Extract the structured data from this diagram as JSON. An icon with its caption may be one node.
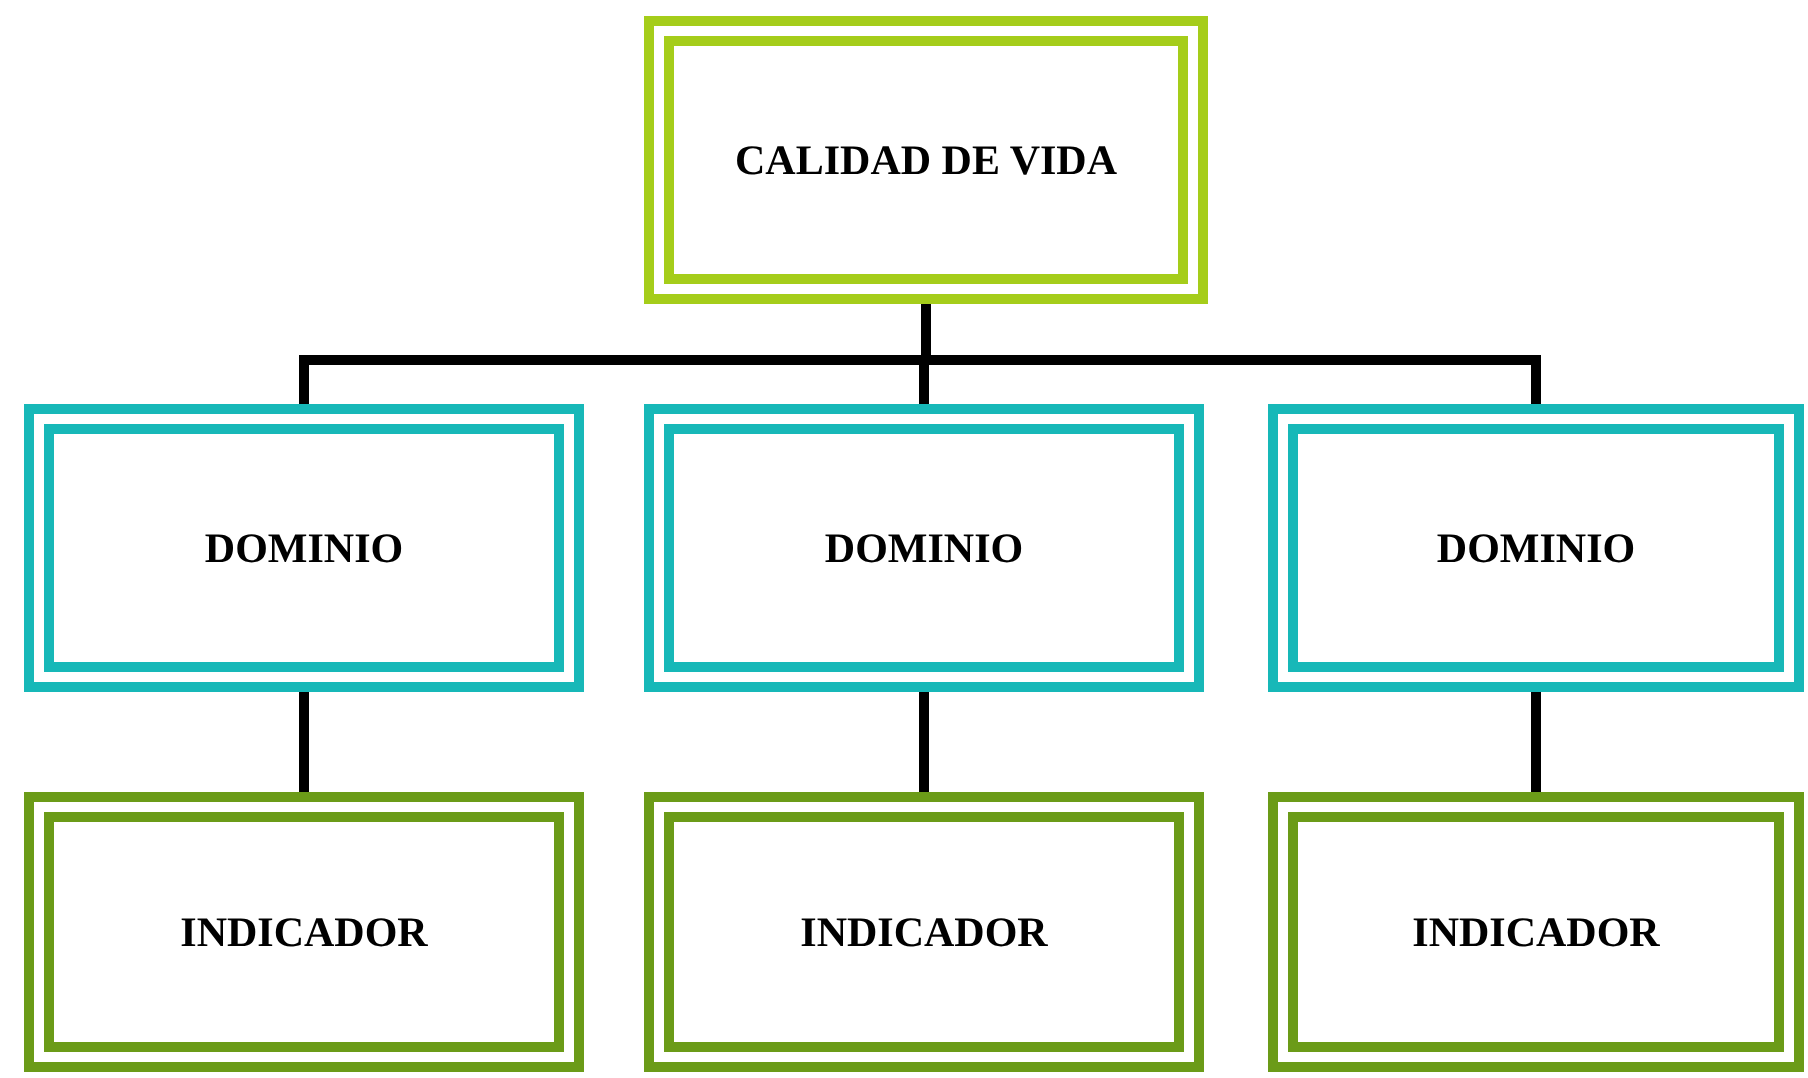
{
  "diagram": {
    "nodes": [
      {
        "text": [
          "CALIDAD DE VIDA"
        ]
      },
      {
        "text": [
          "DOMINIO"
        ]
      },
      {
        "text": [
          "DOMINIO"
        ]
      },
      {
        "text": [
          "DOMINIO"
        ]
      },
      {
        "text": [
          "INDICADOR"
        ]
      },
      {
        "text": [
          "INDICADOR"
        ]
      },
      {
        "text": [
          "INDICADOR"
        ]
      }
    ],
    "edges": [
      {
        "from": 0,
        "to": 1,
        "arrow": "none"
      },
      {
        "from": 0,
        "to": 2,
        "arrow": "none"
      },
      {
        "from": 0,
        "to": 3,
        "arrow": "none"
      },
      {
        "from": 1,
        "to": 4,
        "arrow": "none"
      },
      {
        "from": 2,
        "to": 5,
        "arrow": "none"
      },
      {
        "from": 3,
        "to": 6,
        "arrow": "none"
      }
    ]
  }
}
